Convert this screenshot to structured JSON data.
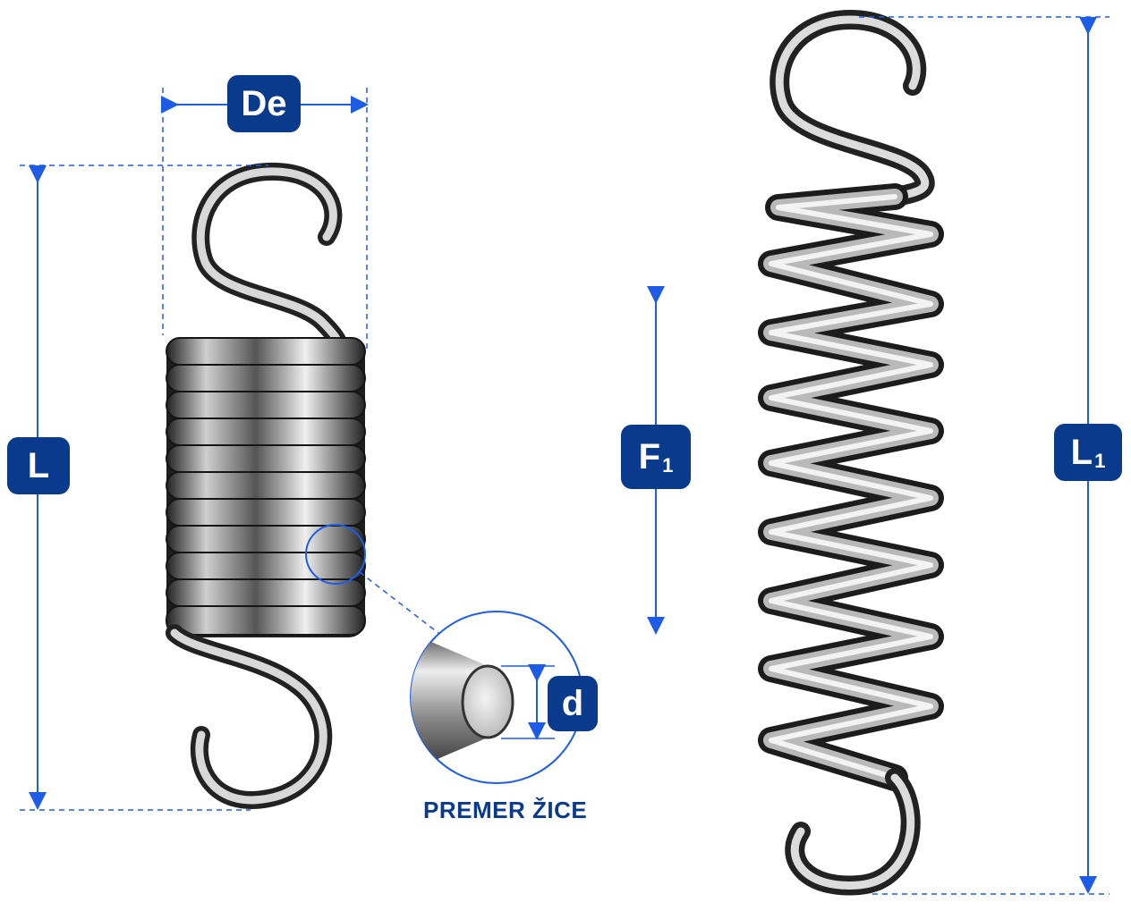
{
  "labels": {
    "outer_diameter": "De",
    "length": "L",
    "wire_diameter": "d",
    "force": "F",
    "force_sub": "1",
    "extended_length": "L",
    "extended_length_sub": "1",
    "wire_caption": "PREMER ŽICE"
  },
  "colors": {
    "accent": "#1e5ce6",
    "badge": "#0a3a8c",
    "steel_dark": "#2b2b2b",
    "steel_light": "#e8e8e8"
  }
}
